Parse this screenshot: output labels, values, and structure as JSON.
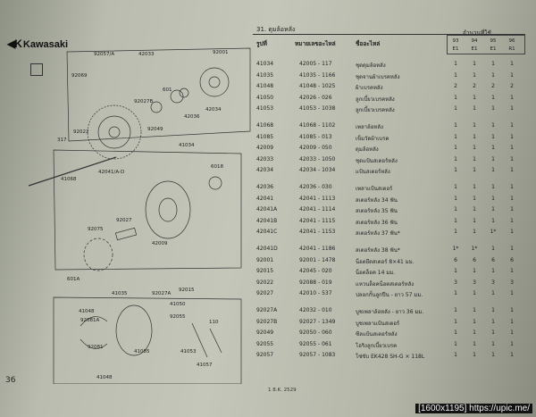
{
  "brand": "Kawasaki",
  "page_number": "36",
  "section_title": "31. ดุมล้อหลัง",
  "columns": {
    "ref": "รูปที่",
    "part": "หมายเลขอะไหล่",
    "name": "ชื่ออะไหล่",
    "qty": "จำนวนที่ใช้"
  },
  "qty_headers": [
    "93",
    "94",
    "95",
    "96"
  ],
  "qty_subheaders": [
    "E1",
    "E1",
    "E1",
    "R1"
  ],
  "rows": [
    {
      "ref": "41034",
      "part": "42005 - 117",
      "name": "ชุดดุมล้อหลัง",
      "q": [
        "1",
        "1",
        "1",
        "1"
      ]
    },
    {
      "ref": "41035",
      "part": "41035 - 1166",
      "name": "ชุดจานผ้าเบรคหลัง",
      "q": [
        "1",
        "1",
        "1",
        "1"
      ]
    },
    {
      "ref": "41048",
      "part": "41048 - 1025",
      "name": "ผ้าเบรคหลัง",
      "q": [
        "2",
        "2",
        "2",
        "2"
      ]
    },
    {
      "ref": "41050",
      "part": "42026 - 026",
      "name": "ลูกเบี้ยวเบรคหลัง",
      "q": [
        "1",
        "1",
        "1",
        "1"
      ]
    },
    {
      "ref": "41053",
      "part": "41053 - 1038",
      "name": "ลูกเบี้ยวเบรคหลัง",
      "q": [
        "1",
        "1",
        "1",
        "1"
      ]
    },
    {
      "ref": "41068",
      "part": "41068 - 1102",
      "name": "เพลาล้อหลัง",
      "q": [
        "1",
        "1",
        "1",
        "1"
      ]
    },
    {
      "ref": "41085",
      "part": "41085 - 013",
      "name": "เข็มวัดผ้าเบรค",
      "q": [
        "1",
        "1",
        "1",
        "1"
      ]
    },
    {
      "ref": "42009",
      "part": "42009 - 050",
      "name": "ดุมล้อหลัง",
      "q": [
        "1",
        "1",
        "1",
        "1"
      ]
    },
    {
      "ref": "42033",
      "part": "42033 - 1050",
      "name": "ชุดแป้นสเตอร์หลัง",
      "q": [
        "1",
        "1",
        "1",
        "1"
      ]
    },
    {
      "ref": "42034",
      "part": "42034 - 1034",
      "name": "แป้นสเตอร์หลัง",
      "q": [
        "1",
        "1",
        "1",
        "1"
      ]
    },
    {
      "ref": "42036",
      "part": "42036 - 030",
      "name": "เพลาแป้นสเตอร์",
      "q": [
        "1",
        "1",
        "1",
        "1"
      ]
    },
    {
      "ref": "42041",
      "part": "42041 - 1113",
      "name": "สเตอร์หลัง 34 ฟัน",
      "q": [
        "1",
        "1",
        "1",
        "1"
      ]
    },
    {
      "ref": "42041A",
      "part": "42041 - 1114",
      "name": "สเตอร์หลัง 35 ฟัน",
      "q": [
        "1",
        "1",
        "1",
        "1"
      ]
    },
    {
      "ref": "42041B",
      "part": "42041 - 1115",
      "name": "สเตอร์หลัง 36 ฟัน",
      "q": [
        "1",
        "1",
        "1",
        "1"
      ]
    },
    {
      "ref": "42041C",
      "part": "42041 - 1153",
      "name": "สเตอร์หลัง 37 ฟัน*",
      "q": [
        "1",
        "1",
        "1*",
        "1"
      ]
    },
    {
      "ref": "42041D",
      "part": "42041 - 1186",
      "name": "สเตอร์หลัง 38 ฟัน*",
      "q": [
        "1*",
        "1*",
        "1",
        "1"
      ]
    },
    {
      "ref": "92001",
      "part": "92001 - 1478",
      "name": "น็อตยึดสเตอร์ 8×41 มม.",
      "q": [
        "6",
        "6",
        "6",
        "6"
      ]
    },
    {
      "ref": "92015",
      "part": "42045 - 020",
      "name": "น็อตล็อค 14 มม.",
      "q": [
        "1",
        "1",
        "1",
        "1"
      ]
    },
    {
      "ref": "92022",
      "part": "92088 - 019",
      "name": "แหวนล็อคน็อตสเตอร์หลัง",
      "q": [
        "3",
        "3",
        "3",
        "3"
      ]
    },
    {
      "ref": "92027",
      "part": "42010 - 537",
      "name": "ปลอกกั้นลูกปืน - ยาว 57 มม.",
      "q": [
        "1",
        "1",
        "1",
        "1"
      ]
    },
    {
      "ref": "92027A",
      "part": "42032 - 010",
      "name": "บูชเพลาล้อหลัง - ยาว 36 มม.",
      "q": [
        "1",
        "1",
        "1",
        "1"
      ]
    },
    {
      "ref": "92027B",
      "part": "92027 - 1349",
      "name": "บูชเพลาแป้นสเตอร์",
      "q": [
        "1",
        "1",
        "1",
        "1"
      ]
    },
    {
      "ref": "92049",
      "part": "92050 - 060",
      "name": "ซีลแป้นสเตอร์หลัง",
      "q": [
        "1",
        "1",
        "1",
        "1"
      ]
    },
    {
      "ref": "92055",
      "part": "92055 - 061",
      "name": "โอริงลูกเบี้ยวเบรค",
      "q": [
        "1",
        "1",
        "1",
        "1"
      ]
    },
    {
      "ref": "92057",
      "part": "92057 - 1083",
      "name": "โซ่ขับ EK428 SH-G × 118L",
      "q": [
        "1",
        "1",
        "1",
        "1"
      ]
    }
  ],
  "diagram": {
    "labels": [
      "92057/A",
      "42033",
      "92001",
      "92069",
      "601",
      "42036",
      "42034",
      "92027B",
      "92049",
      "92022",
      "317",
      "42041/A-D",
      "41034",
      "6018",
      "41068",
      "92027",
      "92075",
      "42009",
      "601A",
      "41035",
      "92027A",
      "92015",
      "41048",
      "92081A",
      "41050",
      "92055",
      "110",
      "92081",
      "41053",
      "41085",
      "41048",
      "41057"
    ]
  },
  "footer": "1 8.K. 2529",
  "watermark": "[1600x1195] https://upic.me/"
}
